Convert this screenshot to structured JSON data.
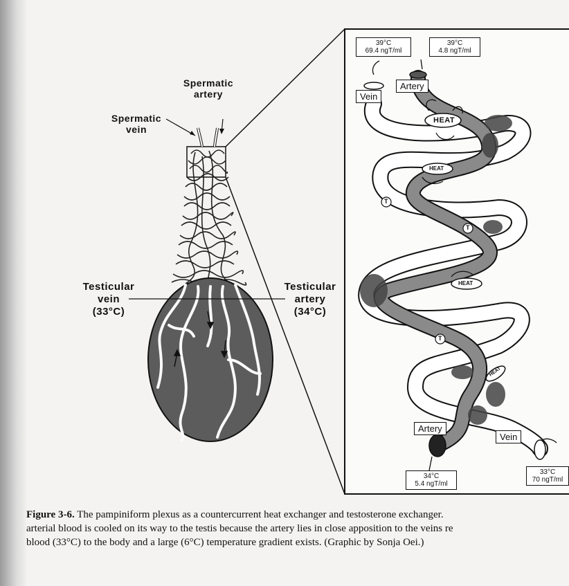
{
  "labels": {
    "spermatic_artery": [
      "Spermatic",
      "artery"
    ],
    "spermatic_vein": [
      "Spermatic",
      "vein"
    ],
    "testicular_vein": [
      "Testicular",
      "vein",
      "(33°C)"
    ],
    "testicular_artery": [
      "Testicular",
      "artery",
      "(34°C)"
    ]
  },
  "inset": {
    "vein_top": "Vein",
    "artery_top": "Artery",
    "artery_bottom": "Artery",
    "vein_bottom": "Vein",
    "heat": "HEAT",
    "t_marker": "T",
    "readings": {
      "top_vein": [
        "39°C",
        "69.4 ngT/ml"
      ],
      "top_artery": [
        "39°C",
        "4.8 ngT/ml"
      ],
      "bottom_artery": [
        "34°C",
        "5.4 ngT/ml"
      ],
      "bottom_vein": [
        "33°C",
        "70 ngT/ml"
      ]
    }
  },
  "caption": {
    "figure_number": "Figure 3-6.",
    "line1": "The pampiniform plexus as a countercurrent heat exchanger and  testosterone exchanger.",
    "line2": "arterial blood is cooled on its way to the testis because the artery lies in close apposition to the veins re",
    "line3": "blood (33°C) to the body and a large (6°C) temperature gradient exists.  (Graphic by Sonja Oei.)"
  }
}
